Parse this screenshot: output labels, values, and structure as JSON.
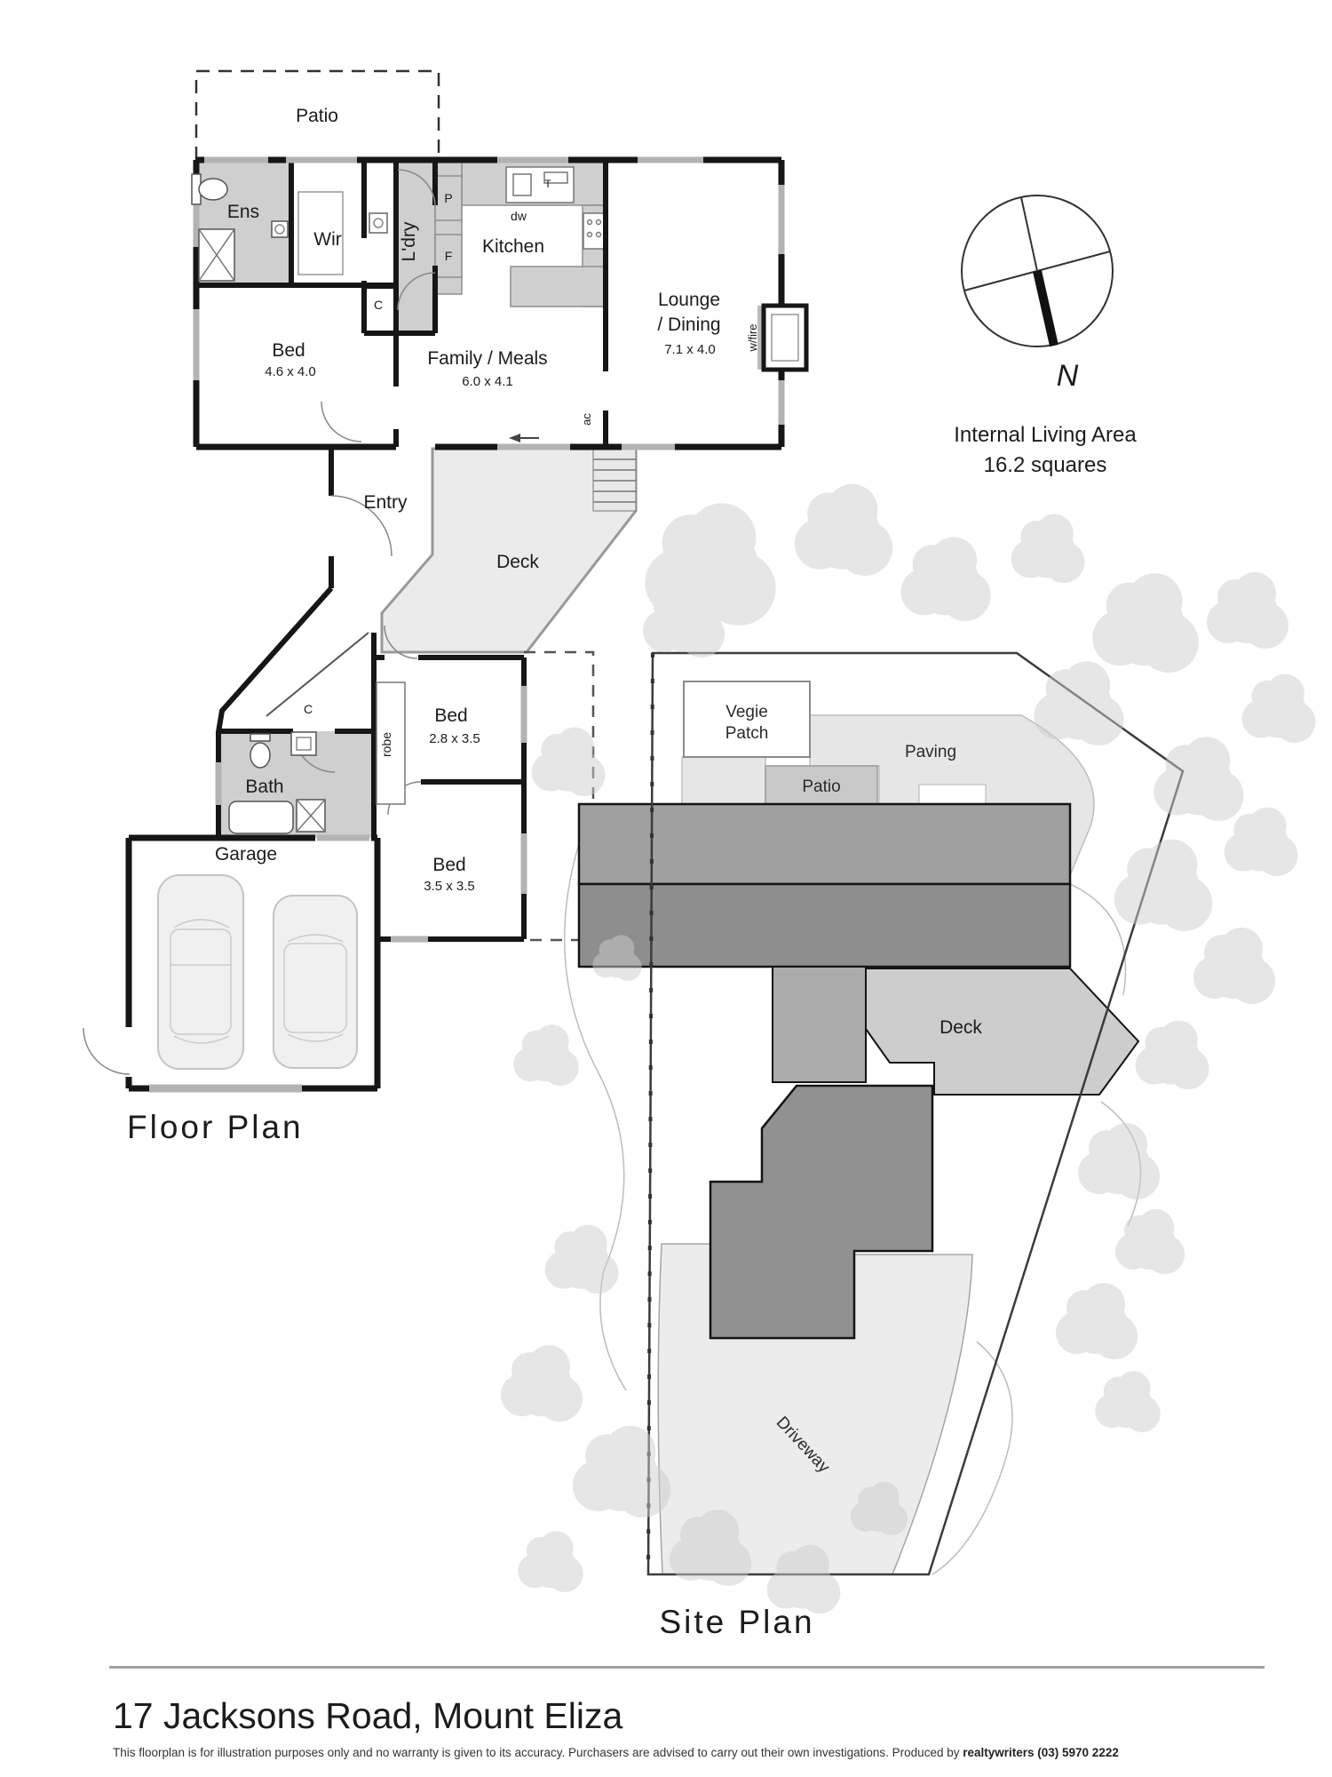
{
  "document": {
    "type": "real-estate floorplan sheet",
    "colors": {
      "wall": "#161616",
      "room_shade": "#cfcfcf",
      "deck_shade": "#ebebeb",
      "site_house": "#8f8f8f",
      "tree": "#cdcdcd"
    }
  },
  "floor_plan": {
    "title": "Floor Plan",
    "labels": {
      "patio": "Patio",
      "ens": "Ens",
      "wir": "Wir",
      "ldry": "L'dry",
      "p": "P",
      "f": "F",
      "t": "T",
      "dw": "dw",
      "kitchen": "Kitchen",
      "c_upper": "C",
      "bed1_name": "Bed",
      "bed1_dims": "4.6 x 4.0",
      "family_name": "Family / Meals",
      "family_dims": "6.0 x 4.1",
      "lounge_line1": "Lounge",
      "lounge_line2": "/ Dining",
      "lounge_dims": "7.1 x 4.0",
      "wfire": "w/fire",
      "ac": "ac",
      "entry": "Entry",
      "deck": "Deck",
      "c_lower": "C",
      "robe": "robe",
      "bed2_name": "Bed",
      "bed2_dims": "2.8 x 3.5",
      "bed3_name": "Bed",
      "bed3_dims": "3.5 x 3.5",
      "bath": "Bath",
      "garage": "Garage"
    }
  },
  "compass": {
    "north_label": "N"
  },
  "area_note": {
    "line1": "Internal Living Area",
    "line2": "16.2 squares"
  },
  "site_plan": {
    "title": "Site Plan",
    "labels": {
      "vegie_line1": "Vegie",
      "vegie_line2": "Patch",
      "paving": "Paving",
      "patio": "Patio",
      "deck": "Deck",
      "driveway": "Driveway"
    }
  },
  "footer": {
    "address": "17 Jacksons Road, Mount Eliza",
    "disclaimer_plain": "This floorplan is for illustration purposes only and no warranty is given to its accuracy. Purchasers are advised to carry out their own investigations. Produced by ",
    "disclaimer_bold": "realtywriters (03) 5970 2222"
  }
}
